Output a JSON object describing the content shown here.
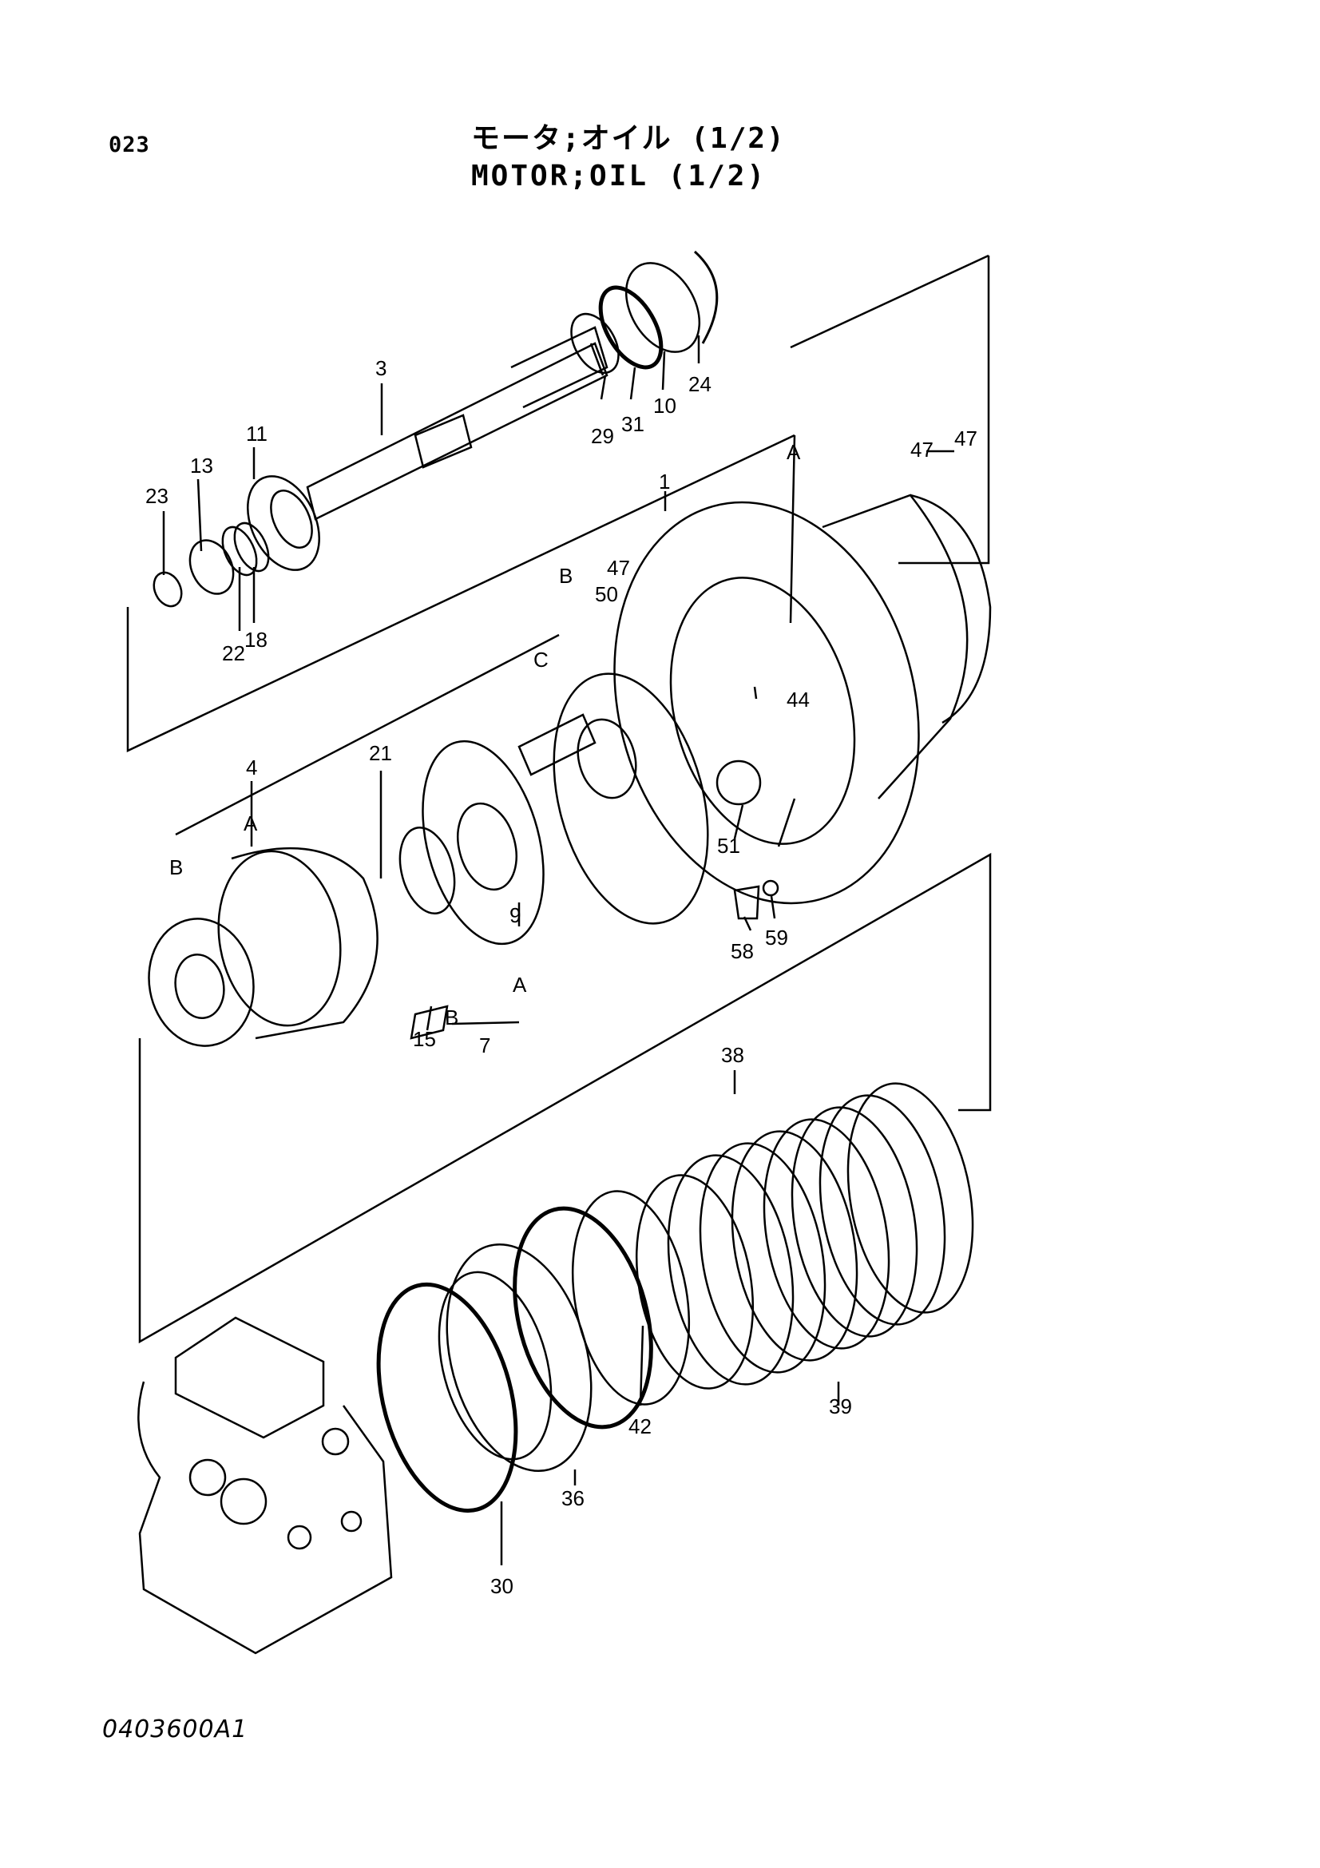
{
  "page_code": "023",
  "title_jp": "モータ;オイル (1/2)",
  "title_en": "MOTOR;OIL (1/2)",
  "drawing_id": "0403600A1",
  "callouts": [
    {
      "id": "c3",
      "text": "3"
    },
    {
      "id": "c29",
      "text": "29"
    },
    {
      "id": "c31",
      "text": "31"
    },
    {
      "id": "c10",
      "text": "10"
    },
    {
      "id": "c24",
      "text": "24"
    },
    {
      "id": "c11",
      "text": "11"
    },
    {
      "id": "c13",
      "text": "13"
    },
    {
      "id": "c23",
      "text": "23"
    },
    {
      "id": "c22",
      "text": "22"
    },
    {
      "id": "c18",
      "text": "18"
    },
    {
      "id": "c1",
      "text": "1"
    },
    {
      "id": "cA1",
      "text": "A"
    },
    {
      "id": "c47a",
      "text": "47"
    },
    {
      "id": "c47b",
      "text": "47"
    },
    {
      "id": "c47c",
      "text": "47"
    },
    {
      "id": "cB1",
      "text": "B"
    },
    {
      "id": "c50",
      "text": "50"
    },
    {
      "id": "cC",
      "text": "C"
    },
    {
      "id": "c44",
      "text": "44"
    },
    {
      "id": "c4",
      "text": "4"
    },
    {
      "id": "c21",
      "text": "21"
    },
    {
      "id": "cA2",
      "text": "A"
    },
    {
      "id": "cB2",
      "text": "B"
    },
    {
      "id": "c51",
      "text": "51"
    },
    {
      "id": "c9",
      "text": "9"
    },
    {
      "id": "c58",
      "text": "58"
    },
    {
      "id": "c59",
      "text": "59"
    },
    {
      "id": "cA3",
      "text": "A"
    },
    {
      "id": "cB3",
      "text": "B"
    },
    {
      "id": "c15",
      "text": "15"
    },
    {
      "id": "c7",
      "text": "7"
    },
    {
      "id": "c38",
      "text": "38"
    },
    {
      "id": "c39",
      "text": "39"
    },
    {
      "id": "c42",
      "text": "42"
    },
    {
      "id": "c36",
      "text": "36"
    },
    {
      "id": "c30",
      "text": "30"
    }
  ]
}
